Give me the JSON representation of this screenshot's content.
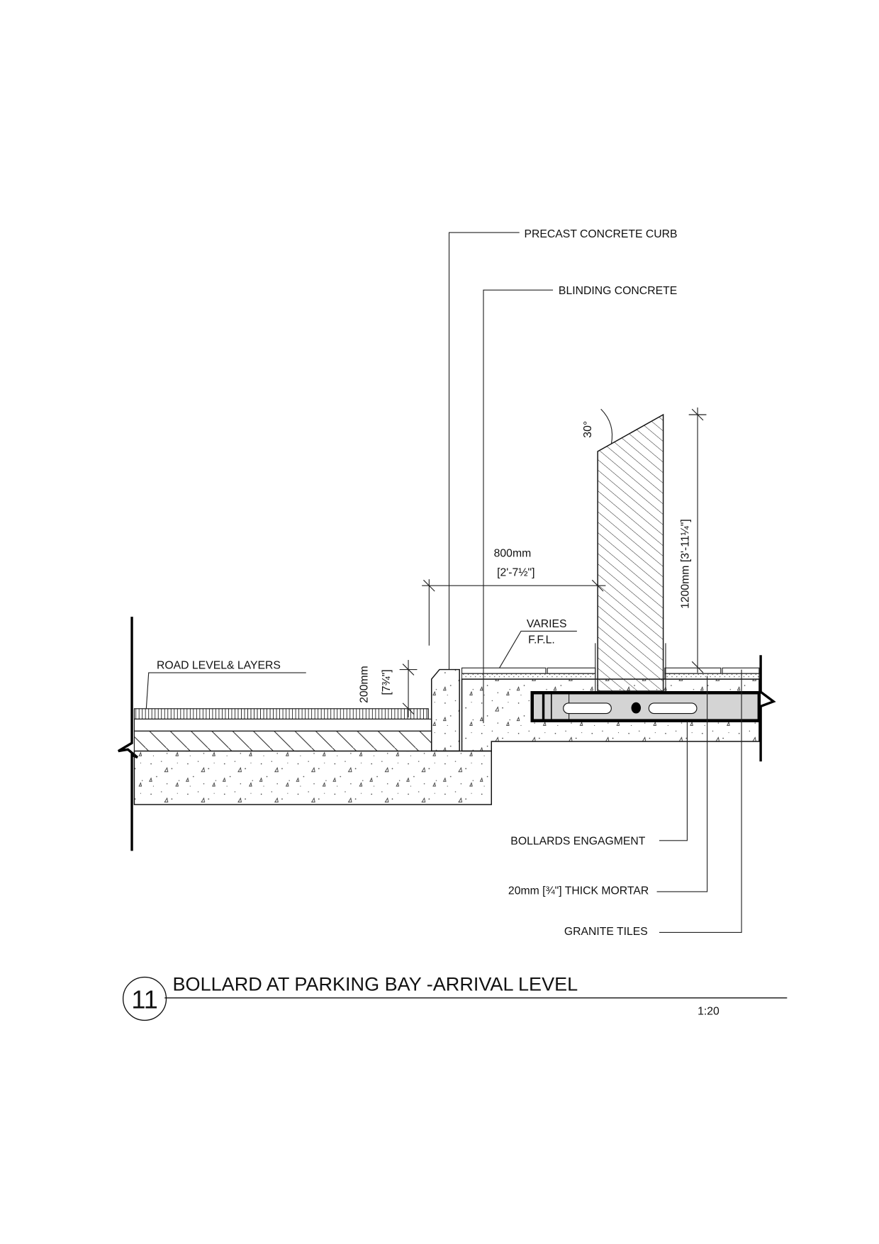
{
  "drawing": {
    "detail_number": "11",
    "title": "BOLLARD AT PARKING BAY -ARRIVAL LEVEL",
    "scale": "1:20"
  },
  "labels": {
    "precast_curb": "PRECAST CONCRETE CURB",
    "blinding_concrete": "BLINDING CONCRETE",
    "road_level": "ROAD LEVEL& LAYERS",
    "varies": "VARIES",
    "ffl": "F.F.L.",
    "bollards_engagement": "BOLLARDS ENGAGMENT",
    "mortar": "20mm [¾\"] THICK MORTAR",
    "granite_tiles": "GRANITE TILES"
  },
  "dimensions": {
    "width_mm": "800mm",
    "width_imperial": "[2'-7½\"]",
    "height_mm": "1200mm [3'-11¼\"]",
    "curb_mm": "200mm",
    "curb_imperial": "[7¾\"]",
    "angle": "30°"
  },
  "colors": {
    "line": "#111111",
    "plate": "#d4d4d4"
  }
}
